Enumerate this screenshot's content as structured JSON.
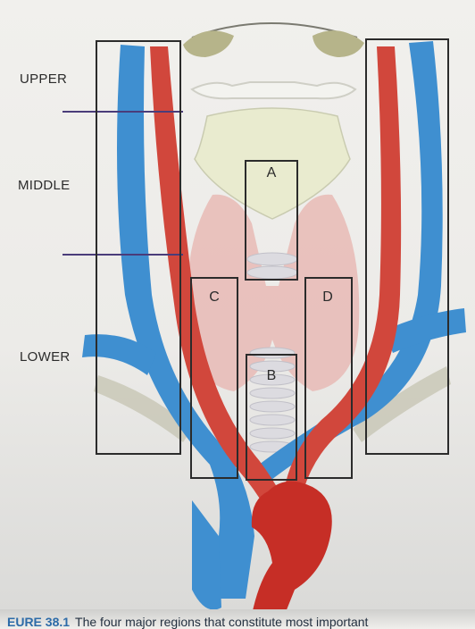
{
  "diagram": {
    "region_labels": {
      "upper": "UPPER",
      "middle": "MIDDLE",
      "lower": "LOWER"
    },
    "box_labels": {
      "a": "A",
      "b": "B",
      "c": "C",
      "d": "D"
    }
  },
  "caption": {
    "figure_number": "EURE 38.1",
    "text": "The four major regions that constitute most important"
  },
  "colors": {
    "vein": "#3f8fd0",
    "artery": "#d1473c",
    "thyroid": "#e8bdb8",
    "cartilage": "#eceed8",
    "box_outline": "#2b2b2b",
    "divider": "#4a3c7a"
  }
}
